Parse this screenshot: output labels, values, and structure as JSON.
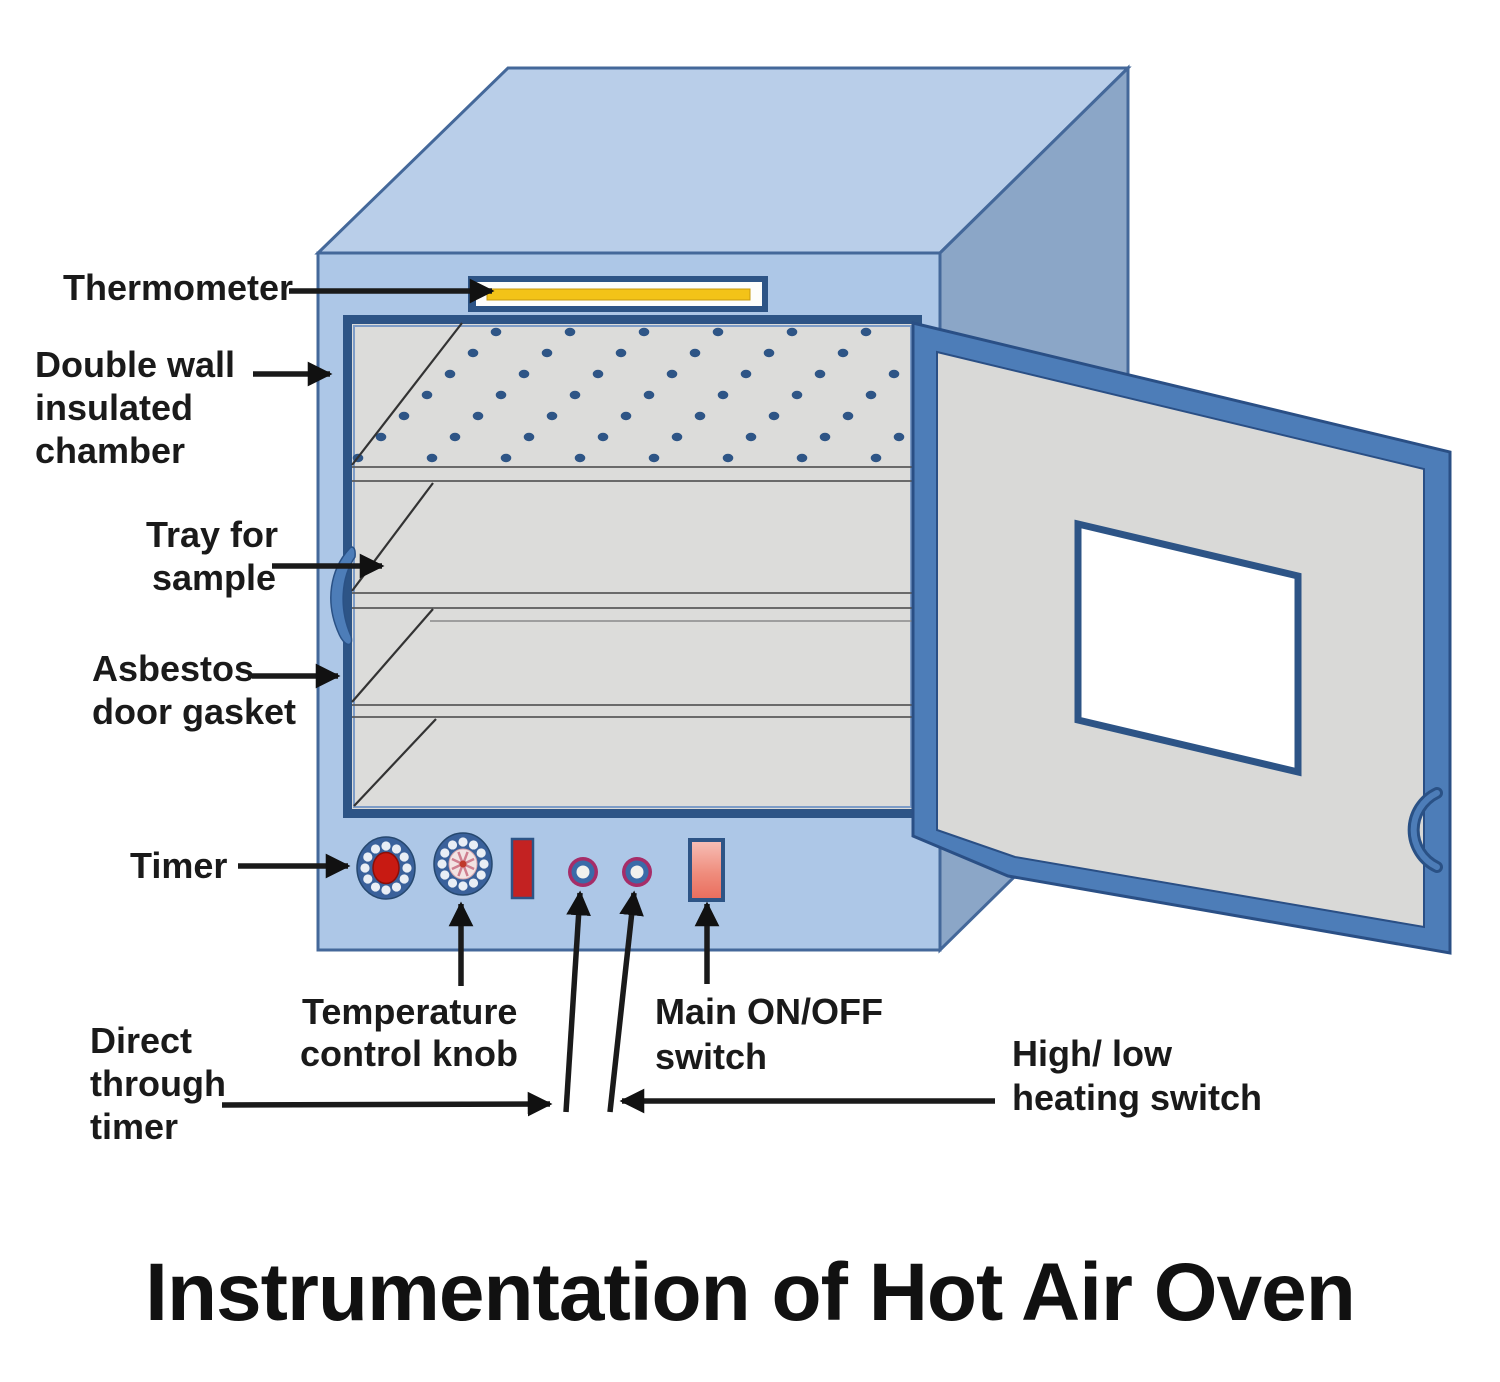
{
  "title": "Instrumentation of Hot Air Oven",
  "labels": {
    "thermometer": "Thermometer",
    "double_wall": [
      "Double wall",
      "insulated",
      "chamber"
    ],
    "tray": [
      "Tray for",
      "sample"
    ],
    "gasket": [
      "Asbestos",
      "door gasket"
    ],
    "timer": "Timer",
    "temp_knob": [
      "Temperature",
      "control knob"
    ],
    "main_switch": [
      "Main ON/OFF",
      "switch"
    ],
    "direct_timer": [
      "Direct",
      "through",
      "timer"
    ],
    "high_low": [
      "High/ low",
      "heating switch"
    ]
  },
  "icons": {
    "timer_knob": "gear-knob-red-center",
    "temperature_knob": "gear-knob-star-center",
    "indicator_bar": "red-pilot-bar",
    "direct_timer_button": "round-push-button",
    "heating_switch_button": "round-push-button",
    "main_onoff_switch": "rocker-switch",
    "door_handle": "curved-handle",
    "thermometer": "yellow-tube-thermometer"
  },
  "palette": {
    "oven_top": "#b9cee9",
    "oven_front": "#adc7e7",
    "oven_side": "#8ba6c7",
    "outline_blue": "#44689a",
    "chamber_border": "#2d5486",
    "chamber_fill": "#dcdcda",
    "dot_blue": "#2e5586",
    "door_frame": "#4d7db8",
    "door_panel": "#d9d9d7",
    "thermometer_yellow": "#f3c318",
    "knob_navy": "#3a619b",
    "timer_red": "#c81a12",
    "accent_magenta": "#a62d68",
    "label_black": "#1a1a1a"
  }
}
